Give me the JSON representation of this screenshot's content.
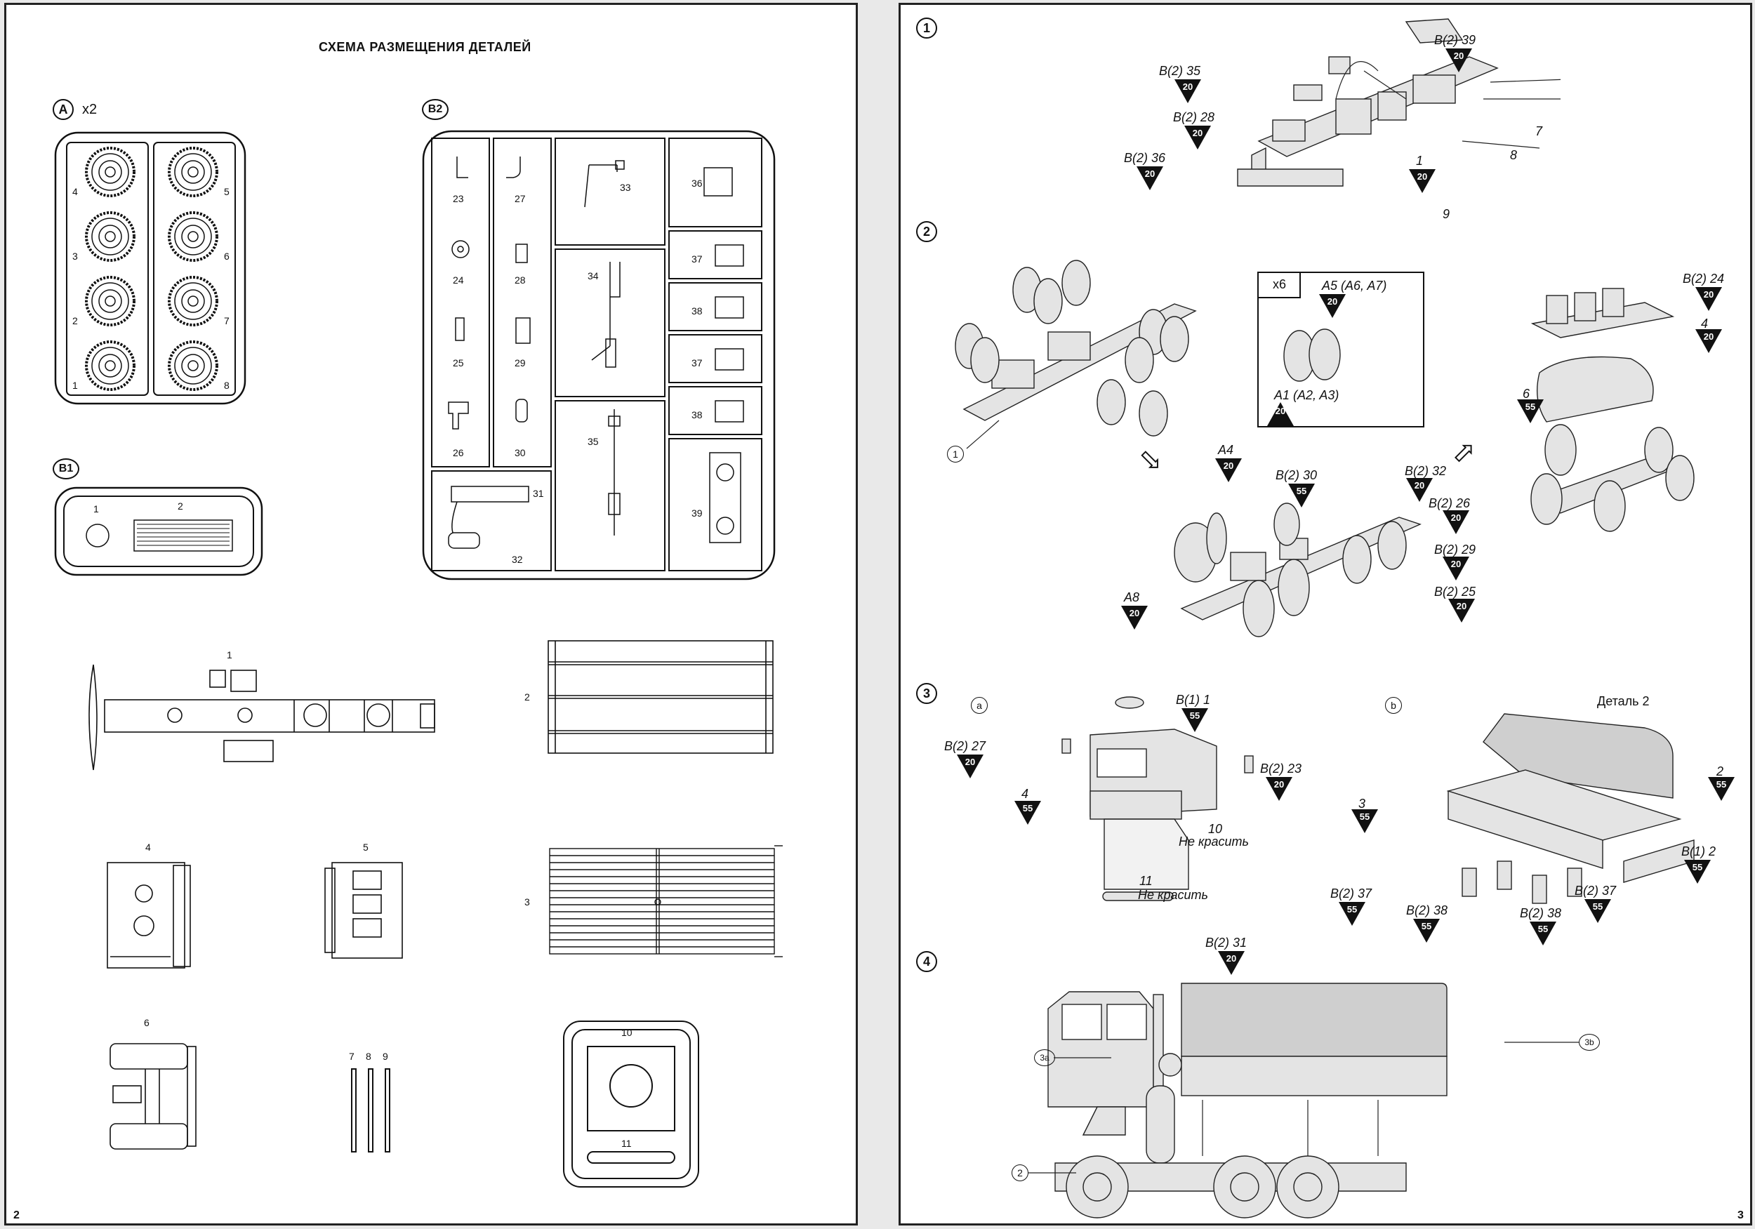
{
  "left_page": {
    "title": "СХЕМА РАЗМЕЩЕНИЯ ДЕТАЛЕЙ",
    "page_number": "2",
    "sprue_a": {
      "letter": "A",
      "multiplier": "x2",
      "numbers": [
        "4",
        "3",
        "2",
        "1",
        "5",
        "6",
        "7",
        "8"
      ]
    },
    "sprue_b1": {
      "letter": "B1",
      "numbers": [
        "1",
        "2"
      ]
    },
    "sprue_b2": {
      "letter": "B2",
      "numbers": [
        "23",
        "24",
        "25",
        "26",
        "27",
        "28",
        "29",
        "30",
        "31",
        "32",
        "33",
        "34",
        "35",
        "36",
        "37",
        "38",
        "37",
        "38",
        "39"
      ]
    },
    "parts": {
      "p1": "1",
      "p2": "2",
      "p3": "3",
      "p4": "4",
      "p5": "5",
      "p6": "6",
      "p7": "7",
      "p8": "8",
      "p9": "9",
      "p10": "10",
      "p11": "11"
    }
  },
  "right_page": {
    "page_number": "3",
    "steps": [
      "1",
      "2",
      "3",
      "4"
    ],
    "step1": {
      "labels": {
        "b39": "B(2) 39",
        "b35": "B(2) 35",
        "b28": "B(2) 28",
        "b36": "B(2) 36",
        "n1": "1",
        "n7": "7",
        "n8": "8",
        "n9": "9"
      },
      "paint": [
        "20",
        "20",
        "20",
        "20",
        "20"
      ]
    },
    "step2": {
      "inset_multiplier": "x6",
      "labels": {
        "a5": "A5 (A6, A7)",
        "a1": "A1 (A2, A3)",
        "a4": "A4",
        "a8": "A8",
        "b30": "B(2) 30",
        "b32": "B(2) 32",
        "b26": "B(2) 26",
        "b29": "B(2) 29",
        "b25": "B(2) 25",
        "b24": "B(2) 24",
        "n4": "4",
        "n6": "6",
        "circ1": "1"
      },
      "paint": {
        "a5": "20",
        "a1": "20",
        "a4": "20",
        "a8": "20",
        "b30": "55",
        "b32": "20",
        "b26": "20",
        "b29": "20",
        "b25": "20",
        "b24": "20",
        "n4": "20",
        "n6": "55"
      }
    },
    "step3": {
      "sub_a": "a",
      "sub_b": "b",
      "labels": {
        "b1_1": "B(1) 1",
        "b27": "B(2) 27",
        "b23": "B(2) 23",
        "n4": "4",
        "n10": "10",
        "n11": "11",
        "ne1": "Не красить",
        "ne2": "Не красить",
        "decal": "Деталь 2",
        "n2": "2",
        "n3": "3",
        "b1_2": "B(1) 2",
        "b37a": "B(2) 37",
        "b38a": "B(2) 38",
        "b38b": "B(2) 38",
        "b37b": "B(2) 37"
      },
      "paint": {
        "b1_1": "55",
        "b27": "20",
        "b23": "20",
        "n4": "55",
        "n2": "55",
        "n3": "55",
        "b1_2": "55",
        "b37a": "55",
        "b38a": "55",
        "b38b": "55",
        "b37b": "55"
      }
    },
    "step4": {
      "labels": {
        "b31": "B(2) 31",
        "c3a": "3a",
        "c3b": "3b",
        "c2": "2"
      },
      "paint": {
        "b31": "20"
      }
    }
  }
}
